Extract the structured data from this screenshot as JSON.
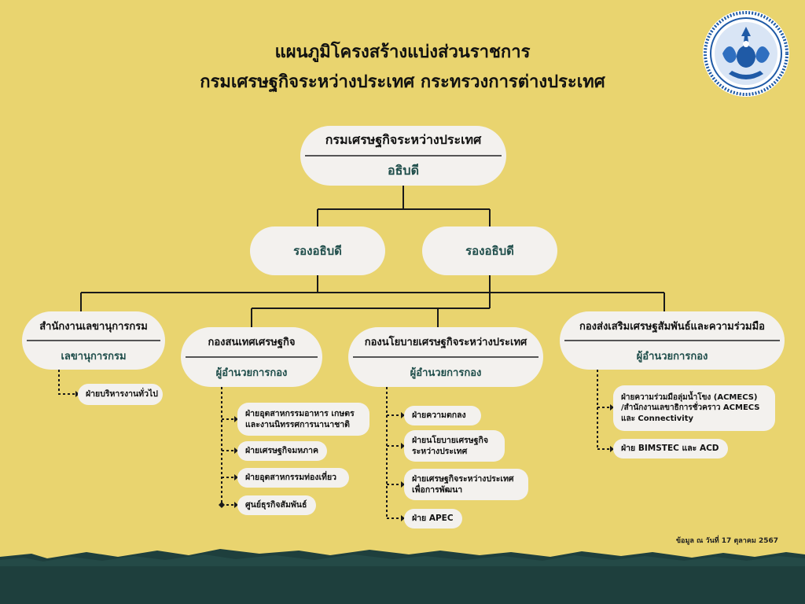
{
  "title": {
    "line1": "แผนภูมิโครงสร้างแบ่งส่วนราชการ",
    "line2": "กรมเศรษฐกิจระหว่างประเทศ กระทรวงการต่างประเทศ"
  },
  "logo_icon": "department-seal-icon",
  "root": {
    "name": "กรมเศรษฐกิจระหว่างประเทศ",
    "head": "อธิบดี"
  },
  "deputies": [
    {
      "label": "รองอธิบดี"
    },
    {
      "label": "รองอธิบดี"
    }
  ],
  "units": [
    {
      "name": "สำนักงานเลขานุการกรม",
      "head": "เลขานุการกรม",
      "sections": [
        "ฝ่ายบริหารงานทั่วไป"
      ]
    },
    {
      "name": "กองสนเทศเศรษฐกิจ",
      "head": "ผู้อำนวยการกอง",
      "sections": [
        "ฝ่ายอุตสาหกรรมอาหาร เกษตร\nและงานนิทรรศการนานาชาติ",
        "ฝ่ายเศรษฐกิจมหภาค",
        "ฝ่ายอุตสาหกรรมท่องเที่ยว",
        "ศูนย์ธุรกิจสัมพันธ์"
      ]
    },
    {
      "name": "กองนโยบายเศรษฐกิจระหว่างประเทศ",
      "head": "ผู้อำนวยการกอง",
      "sections": [
        "ฝ่ายความตกลง",
        "ฝ่ายนโยบายเศรษฐกิจ\nระหว่างประเทศ",
        "ฝ่ายเศรษฐกิจระหว่างประเทศ\nเพื่อการพัฒนา",
        "ฝ่าย APEC"
      ]
    },
    {
      "name": "กองส่งเสริมเศรษฐสัมพันธ์และความร่วมมือ",
      "head": "ผู้อำนวยการกอง",
      "sections": [
        "ฝ่ายความร่วมมือลุ่มน้ำโขง (ACMECS)\n/สำนักงานเลขาธิการชั่วคราว ACMECS\nและ Connectivity",
        "ฝ่าย BIMSTEC และ ACD"
      ]
    }
  ],
  "footer_date": "ข้อมูล ณ วันที่ 17 ตุลาคม 2567",
  "colors": {
    "background": "#e9d46f",
    "node": "#f3f1ee",
    "accent_text": "#1e4d4a",
    "ground": "#1e3f3d"
  }
}
